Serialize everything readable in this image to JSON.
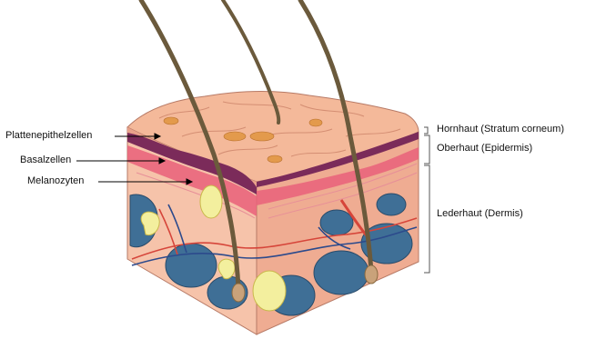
{
  "diagram": {
    "left_labels": [
      {
        "key": "platten",
        "text": "Plattenepithelzellen"
      },
      {
        "key": "basal",
        "text": "Basalzellen"
      },
      {
        "key": "melano",
        "text": "Melanozyten"
      }
    ],
    "right_labels": [
      {
        "key": "hornhaut",
        "text": "Hornhaut (Stratum corneum)"
      },
      {
        "key": "oberhaut",
        "text": "Oberhaut (Epidermis)"
      },
      {
        "key": "lederhaut",
        "text": "Lederhaut (Dermis)"
      }
    ],
    "colors": {
      "skin_top": "#f4b99a",
      "skin_front": "#f6c3aa",
      "skin_side": "#efac92",
      "basal_layer": "#7b2b5a",
      "pink_band": "#e9607a",
      "fat_lobules": "#3f6f96",
      "hair": "#6b5a3c",
      "vessel_red": "#d6453a",
      "vessel_blue": "#2c4a8c",
      "gland_yellow": "#f3ef9e"
    }
  }
}
